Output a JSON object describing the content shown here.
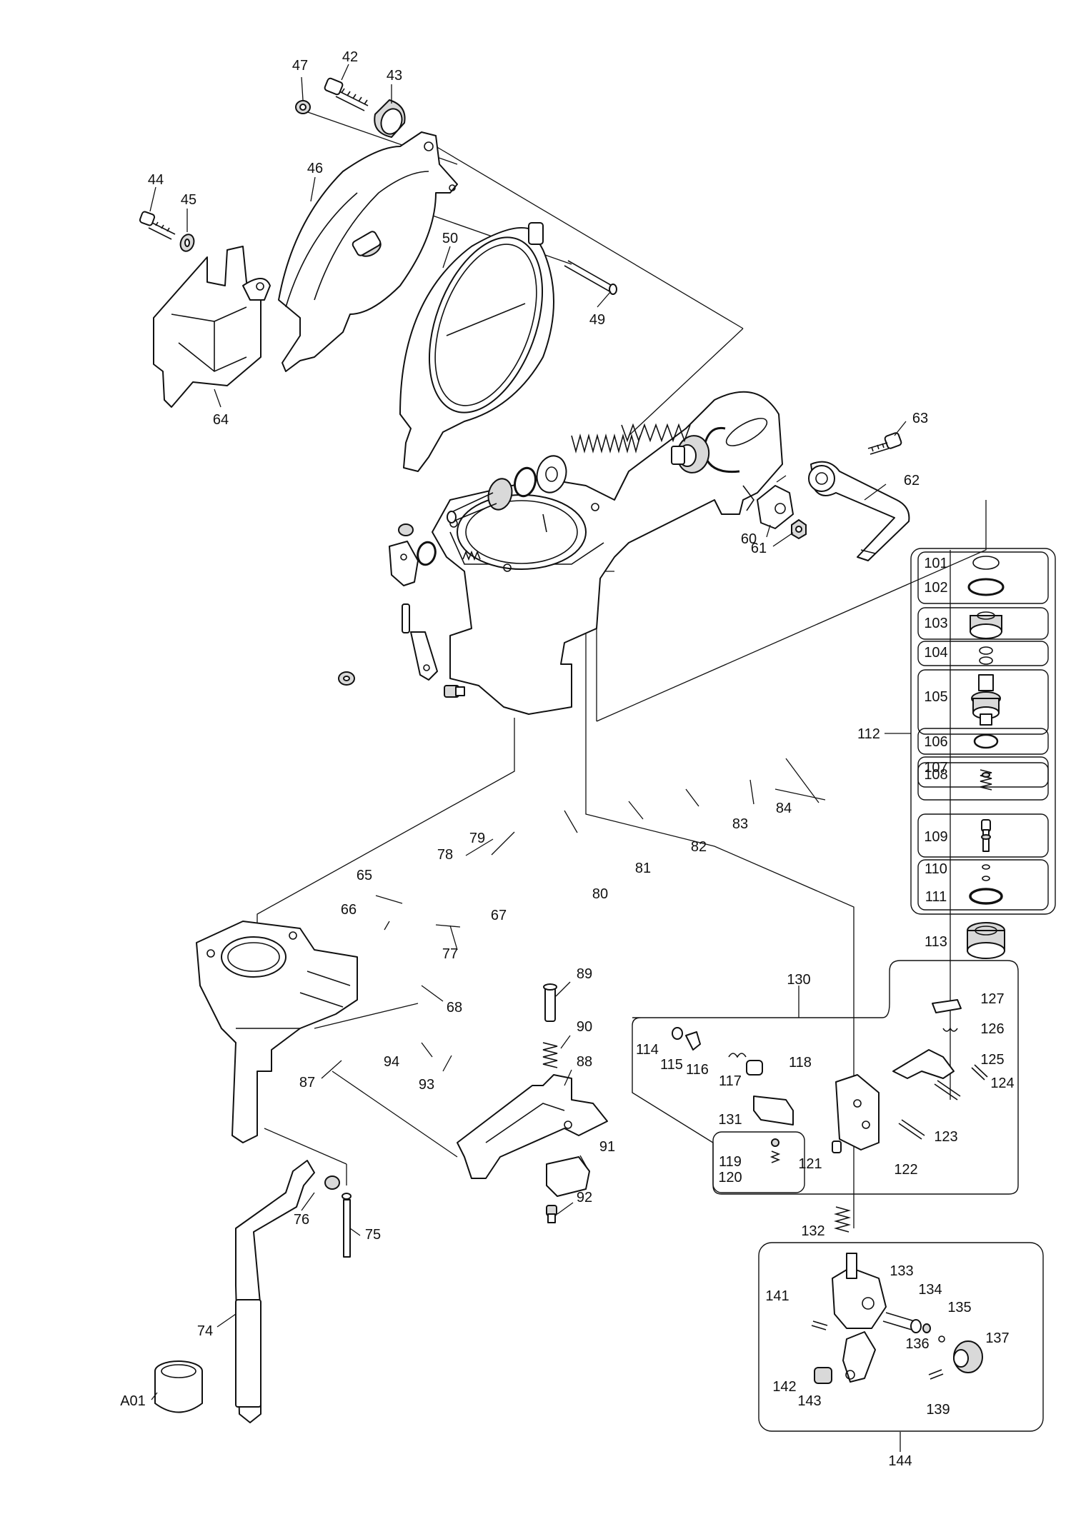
{
  "callouts": {
    "p42": "42",
    "p43": "43",
    "p44": "44",
    "p45": "45",
    "p46": "46",
    "p47": "47",
    "p49": "49",
    "p50": "50",
    "p60": "60",
    "p61": "61",
    "p62": "62",
    "p63": "63",
    "p64": "64",
    "p65": "65",
    "p66": "66",
    "p67": "67",
    "p68": "68",
    "p74": "74",
    "p75": "75",
    "p76": "76",
    "p77": "77",
    "p78": "78",
    "p79": "79",
    "p80": "80",
    "p81": "81",
    "p82": "82",
    "p83": "83",
    "p84": "84",
    "p87": "87",
    "p88": "88",
    "p89": "89",
    "p90": "90",
    "p91": "91",
    "p92": "92",
    "p93": "93",
    "p94": "94",
    "p101": "101",
    "p102": "102",
    "p103": "103",
    "p104": "104",
    "p105": "105",
    "p106": "106",
    "p107": "107",
    "p108": "108",
    "p109": "109",
    "p110": "110",
    "p111": "111",
    "p112": "112",
    "p113": "113",
    "p114": "114",
    "p115": "115",
    "p116": "116",
    "p117": "117",
    "p118": "118",
    "p119": "119",
    "p120": "120",
    "p121": "121",
    "p122": "122",
    "p123": "123",
    "p124": "124",
    "p125": "125",
    "p126": "126",
    "p127": "127",
    "p130": "130",
    "p131": "131",
    "p132": "132",
    "p133": "133",
    "p134": "134",
    "p135": "135",
    "p136": "136",
    "p137": "137",
    "p139": "139",
    "p141": "141",
    "p142": "142",
    "p143": "143",
    "p144": "144",
    "pA01": "A01"
  }
}
